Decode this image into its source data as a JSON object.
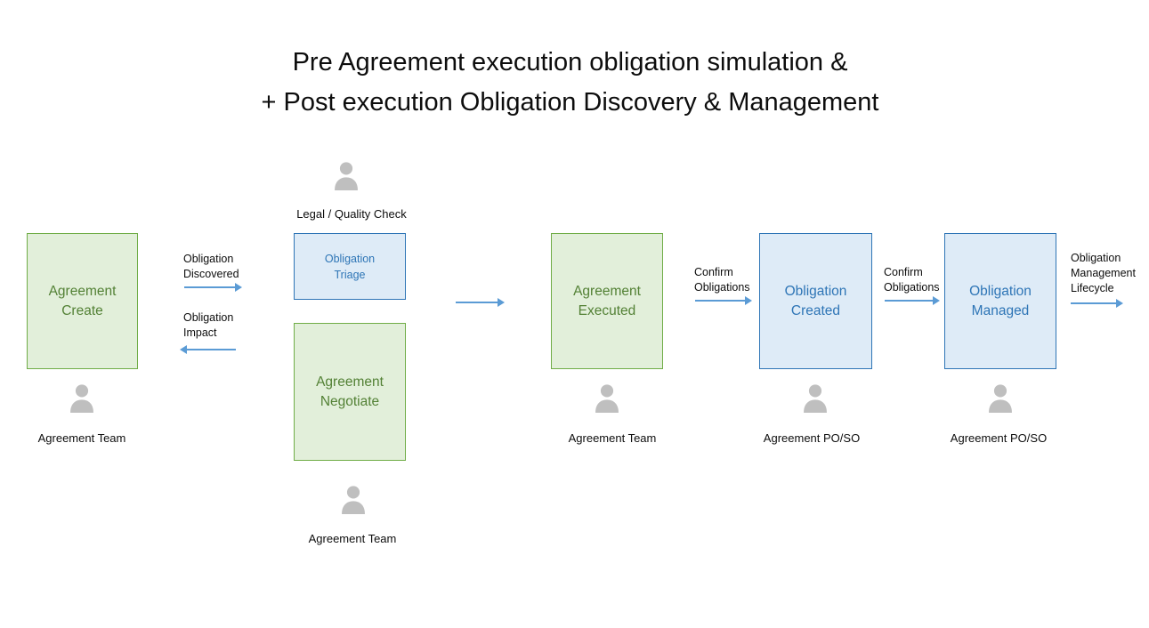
{
  "title": {
    "line1": "Pre Agreement execution obligation simulation &",
    "line2": "+ Post execution Obligation Discovery & Management"
  },
  "boxes": {
    "agreement_create": "Agreement\nCreate",
    "obligation_triage": "Obligation\nTriage",
    "agreement_negotiate": "Agreement\nNegotiate",
    "agreement_executed": "Agreement\nExecuted",
    "obligation_created": "Obligation\nCreated",
    "obligation_managed": "Obligation\nManaged"
  },
  "arrow_labels": {
    "obligation_discovered": "Obligation\nDiscovered",
    "obligation_impact": "Obligation\nImpact",
    "confirm_obligations_1": "Confirm\nObligations",
    "confirm_obligations_2": "Confirm\nObligations",
    "obligation_management_lifecycle": "Obligation\nManagement\nLifecycle"
  },
  "actors": {
    "legal_quality_check": "Legal / Quality Check",
    "agreement_team_create": "Agreement Team",
    "agreement_team_negotiate": "Agreement Team",
    "agreement_team_executed": "Agreement Team",
    "agreement_poso_created": "Agreement PO/SO",
    "agreement_poso_managed": "Agreement PO/SO"
  },
  "colors": {
    "green_fill": "#E2EFDA",
    "green_border": "#70AD47",
    "green_text": "#538135",
    "blue_fill": "#DEEBF7",
    "blue_border": "#2E75B6",
    "blue_text": "#2E75B6",
    "arrow": "#5B9BD5",
    "person": "#BFBFBF"
  }
}
